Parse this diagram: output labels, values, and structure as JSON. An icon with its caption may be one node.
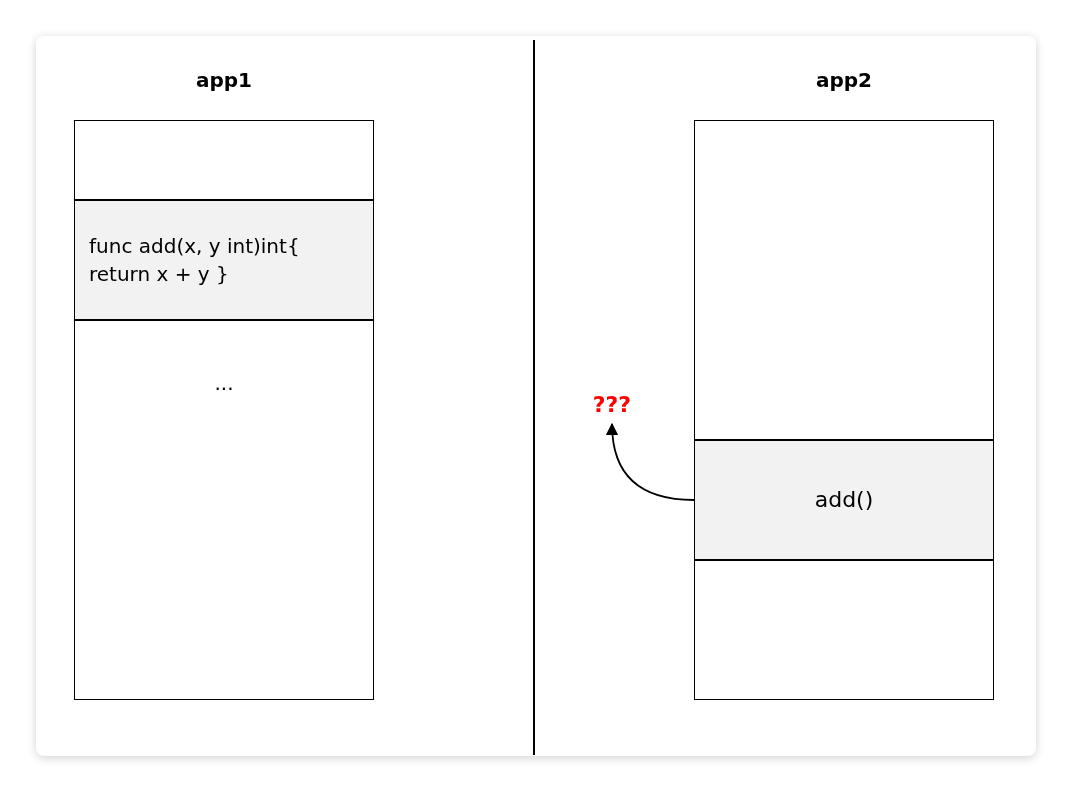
{
  "diagram": {
    "nodes": [
      {
        "text": [
          "app1"
        ]
      },
      {
        "text": [],
        "shape": "box",
        "in": 0
      },
      {
        "text": [
          "func add(x, y int)int{ return x + y }"
        ],
        "in": 0
      },
      {
        "text": [
          "..."
        ],
        "in": 0
      },
      {
        "text": [
          "app2"
        ]
      },
      {
        "text": [],
        "shape": "box",
        "in": 4
      },
      {
        "text": [
          "add()"
        ],
        "in": 4
      },
      {
        "text": [],
        "shape": "box",
        "in": 4
      },
      {
        "text": [
          "???"
        ]
      }
    ],
    "edges": [
      {
        "from": 6,
        "to": 8,
        "arrow": "to"
      }
    ]
  }
}
